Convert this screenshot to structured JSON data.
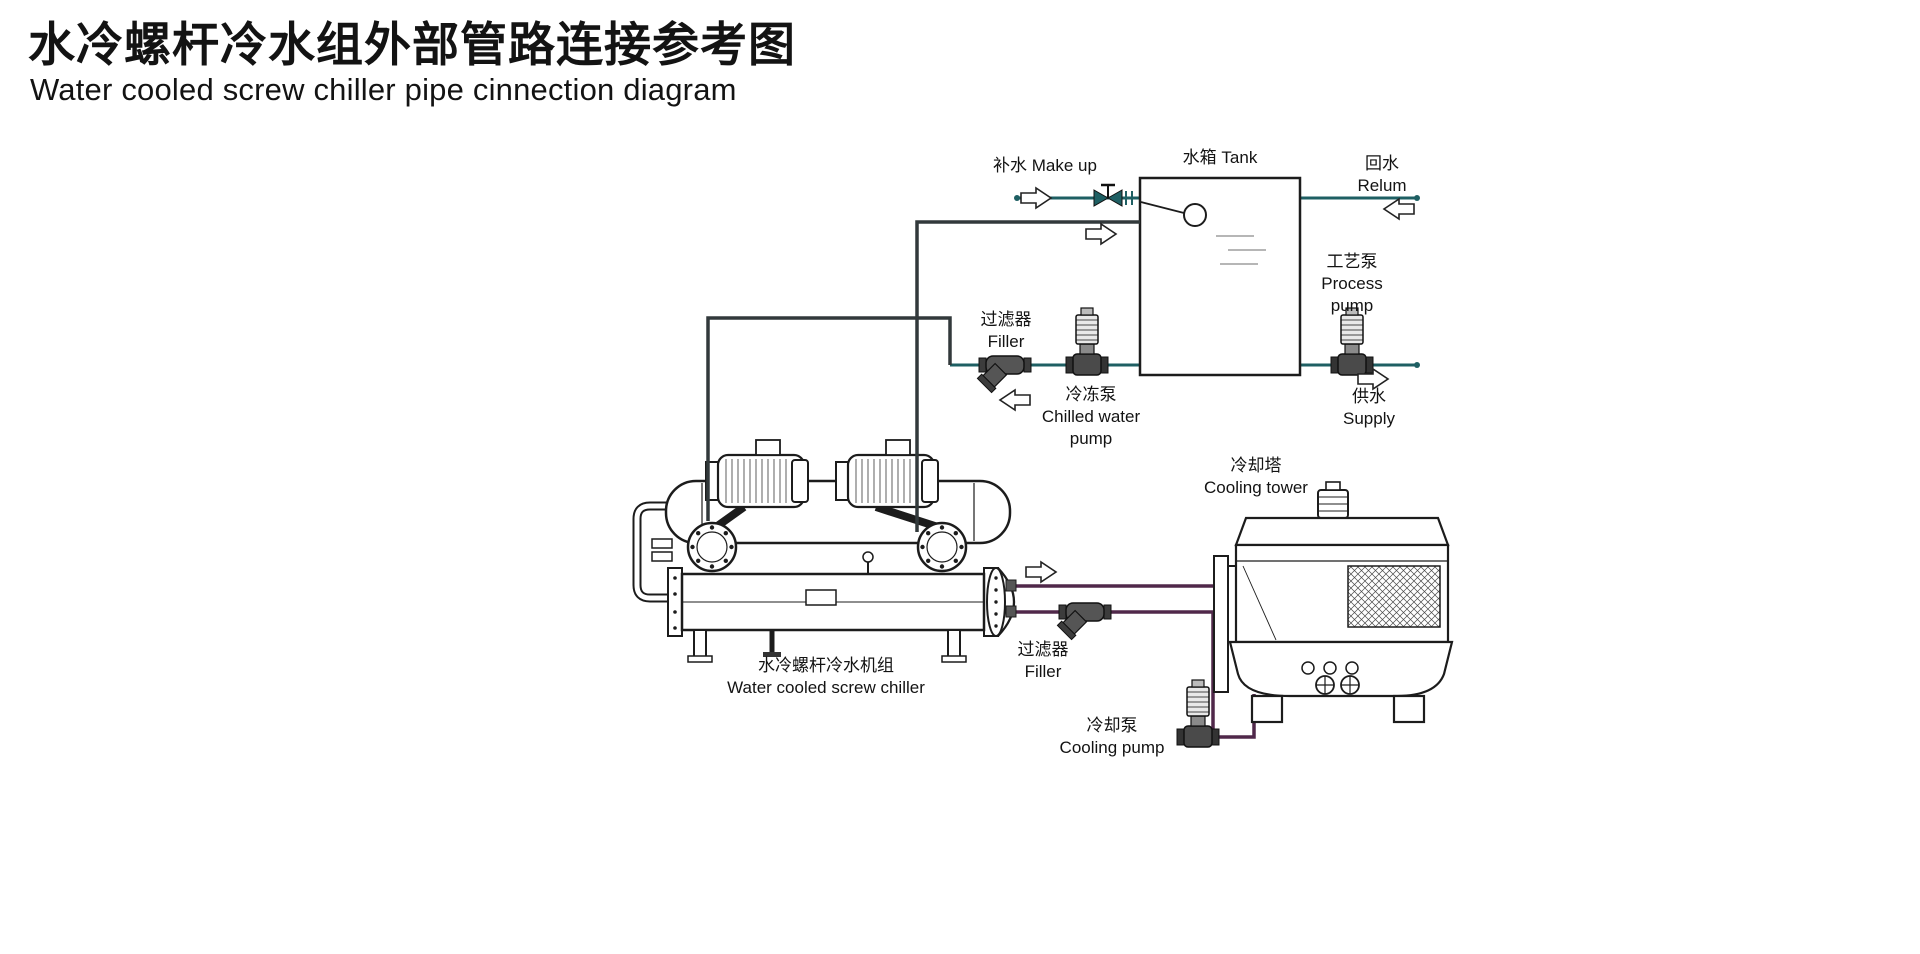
{
  "page": {
    "title_cn": "水冷螺杆冷水组外部管路连接参考图",
    "title_en": "Water cooled screw chiller pipe cinnection diagram"
  },
  "colors": {
    "pipe_chilled": "#1e5f63",
    "pipe_loop": "#32393b",
    "pipe_cooling": "#50284a",
    "equipment_line": "#1c1c1c",
    "background": "#ffffff"
  },
  "labels": {
    "tank": {
      "cn": "水箱",
      "en": "Tank"
    },
    "make_up": {
      "cn": "补水",
      "en": "Make up"
    },
    "return_line": {
      "cn": "回水",
      "en": "Relum"
    },
    "process_pump": {
      "cn": "工艺泵",
      "en": "Process pump"
    },
    "supply": {
      "cn": "供水",
      "en": "Supply"
    },
    "filter_chilled": {
      "cn": "过滤器",
      "en": "Filler"
    },
    "chilled_pump": {
      "cn": "冷冻泵",
      "en": "Chilled water pump"
    },
    "chiller": {
      "cn": "水冷螺杆冷水机组",
      "en": "Water cooled screw chiller"
    },
    "cooling_tower": {
      "cn": "冷却塔",
      "en": "Cooling tower"
    },
    "filter_cooling": {
      "cn": "过滤器",
      "en": "Filler"
    },
    "cooling_pump": {
      "cn": "冷却泵",
      "en": "Cooling pump"
    }
  },
  "icons": {
    "flow_arrows": [
      {
        "name": "makeup-flow-arrow",
        "direction": "right"
      },
      {
        "name": "tank-inlet-flow-arrow",
        "direction": "right"
      },
      {
        "name": "return-flow-arrow",
        "direction": "left"
      },
      {
        "name": "supply-flow-arrow",
        "direction": "right"
      },
      {
        "name": "chilled-flow-arrow",
        "direction": "left"
      },
      {
        "name": "cooling-hot-flow-arrow",
        "direction": "right"
      }
    ],
    "equipment": [
      "water-tank",
      "float-valve",
      "makeup-valve",
      "chilled-water-pump",
      "process-pump",
      "cooling-pump",
      "y-strainer",
      "chiller-unit",
      "cooling-tower"
    ]
  }
}
